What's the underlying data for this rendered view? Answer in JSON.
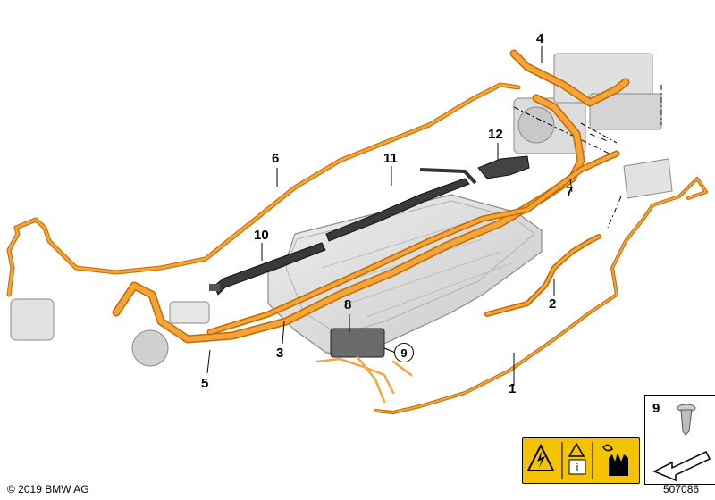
{
  "callouts": {
    "c1": "1",
    "c2": "2",
    "c3": "3",
    "c4": "4",
    "c5": "5",
    "c6": "6",
    "c7": "7",
    "c8": "8",
    "c9": "9",
    "c10": "10",
    "c11": "11",
    "c12": "12"
  },
  "footer": {
    "copyright": "© 2019 BMW AG",
    "document_number": "507086"
  },
  "legend_box": {
    "part_number": "9"
  },
  "colors": {
    "cable_orange": "#f39a1e",
    "cable_outline": "#c26a00",
    "component_grey": "#d9d9d9",
    "warning_yellow": "#f5c400"
  }
}
